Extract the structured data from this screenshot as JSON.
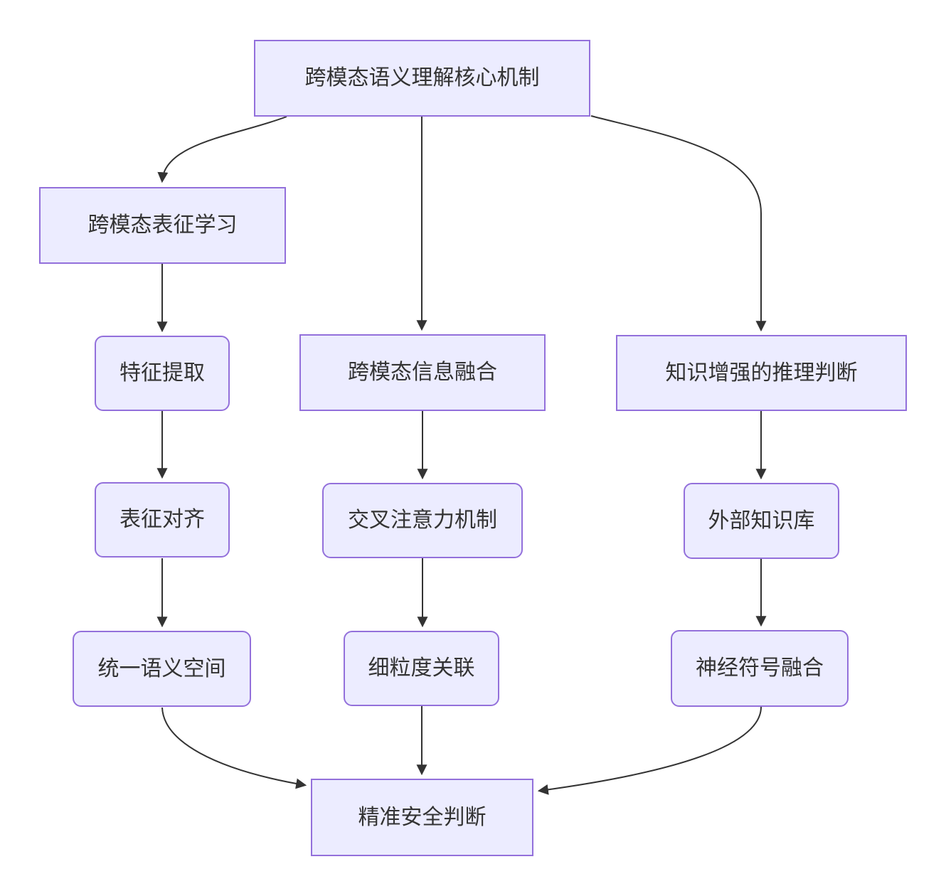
{
  "diagram": {
    "type": "flowchart",
    "direction": "top-down",
    "colors": {
      "node_fill": "#ECECFF",
      "node_border": "#9370DB",
      "node_text": "#333333",
      "edge": "#333333",
      "background": "#FFFFFF"
    },
    "nodes": [
      {
        "id": "root",
        "label": "跨模态语义理解核心机制",
        "shape": "rect"
      },
      {
        "id": "repr",
        "label": "跨模态表征学习",
        "shape": "rect"
      },
      {
        "id": "feat",
        "label": "特征提取",
        "shape": "rounded"
      },
      {
        "id": "fusion",
        "label": "跨模态信息融合",
        "shape": "rect"
      },
      {
        "id": "knowledge",
        "label": "知识增强的推理判断",
        "shape": "rect"
      },
      {
        "id": "align",
        "label": "表征对齐",
        "shape": "rounded"
      },
      {
        "id": "crossattn",
        "label": "交叉注意力机制",
        "shape": "rounded"
      },
      {
        "id": "extkb",
        "label": "外部知识库",
        "shape": "rounded"
      },
      {
        "id": "unified",
        "label": "统一语义空间",
        "shape": "rounded"
      },
      {
        "id": "finegrain",
        "label": "细粒度关联",
        "shape": "rounded"
      },
      {
        "id": "neuro",
        "label": "神经符号融合",
        "shape": "rounded"
      },
      {
        "id": "final",
        "label": "精准安全判断",
        "shape": "rect"
      }
    ],
    "edges": [
      {
        "from": "root",
        "to": "repr"
      },
      {
        "from": "root",
        "to": "fusion"
      },
      {
        "from": "root",
        "to": "knowledge"
      },
      {
        "from": "repr",
        "to": "feat"
      },
      {
        "from": "feat",
        "to": "align"
      },
      {
        "from": "align",
        "to": "unified"
      },
      {
        "from": "fusion",
        "to": "crossattn"
      },
      {
        "from": "crossattn",
        "to": "finegrain"
      },
      {
        "from": "knowledge",
        "to": "extkb"
      },
      {
        "from": "extkb",
        "to": "neuro"
      },
      {
        "from": "unified",
        "to": "final"
      },
      {
        "from": "finegrain",
        "to": "final"
      },
      {
        "from": "neuro",
        "to": "final"
      }
    ]
  }
}
